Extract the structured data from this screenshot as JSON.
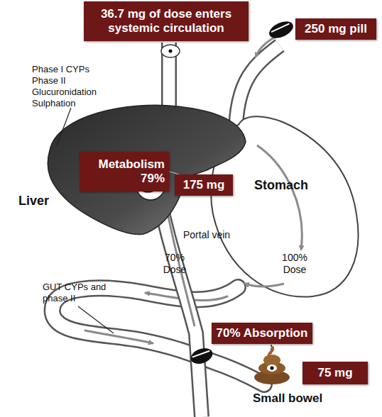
{
  "diagram": {
    "nodes": [
      {
        "text": [
          "36.7 mg of dose enters systemic circulation"
        ]
      },
      {
        "text": [
          "250 mg pill"
        ]
      },
      {
        "text": [
          "Metabolism 79%"
        ]
      },
      {
        "text": [
          "175 mg"
        ]
      },
      {
        "text": [
          "70% Absorption"
        ]
      },
      {
        "text": [
          "75 mg"
        ]
      }
    ],
    "labels": [
      "Phase I CYPs",
      "Phase II",
      "Glucuronidation",
      "Sulphation",
      "Liver",
      "Stomach",
      "Portal vein",
      "70% Dose",
      "100% Dose",
      "GUT CYPs and phase II",
      "Small bowel"
    ]
  }
}
